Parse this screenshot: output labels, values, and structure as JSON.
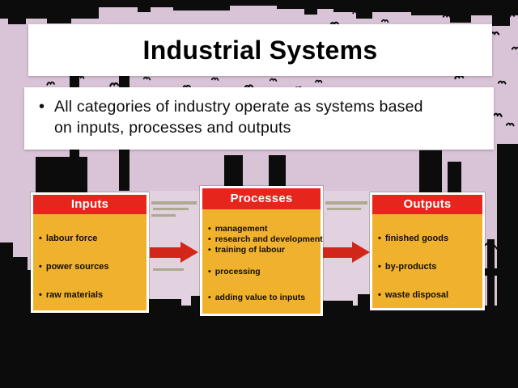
{
  "slide": {
    "title": "Industrial Systems",
    "bullet_char": "•",
    "bullet_lines": [
      "All categories of industry operate as systems based",
      "on inputs, processes and outputs"
    ],
    "background_color": "#d9c3d7"
  },
  "diagram": {
    "bullet_char": "•",
    "colors": {
      "header_bg": "#e6251c",
      "header_text": "#ffffff",
      "body_bg": "#f0b12c",
      "arrow": "#d3261b",
      "silhouette": "#0c0c0c"
    },
    "boxes": [
      {
        "header": "Inputs",
        "items": [
          "labour force",
          "power sources",
          "raw materials"
        ]
      },
      {
        "header": "Processes",
        "items": [
          "management",
          "research and development",
          "training of labour",
          "processing",
          "adding value to inputs"
        ]
      },
      {
        "header": "Outputs",
        "items": [
          "finished goods",
          "by-products",
          "waste disposal"
        ]
      }
    ]
  }
}
